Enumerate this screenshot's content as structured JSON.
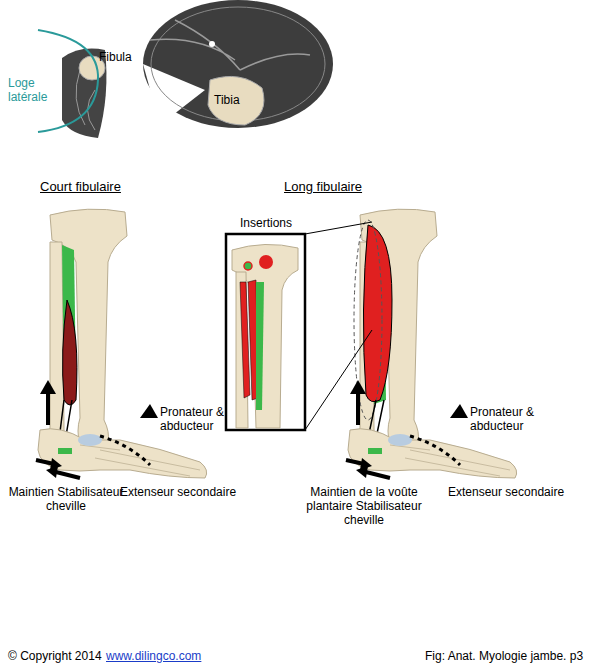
{
  "diagram": {
    "labels": [
      "Fibula",
      "Loge latérale",
      "Tibia",
      "Court fibulaire",
      "Long fibulaire",
      "Insertions",
      "Pronateur & abducteur",
      "Extenseur secondaire",
      "Maintien Stabilisateur cheville",
      "Pronateur & abducteur",
      "Extenseur secondaire",
      "Maintien de la voûte plantaire Stabilisateur cheville",
      "© Copyright 2014",
      "www.dilingco.com",
      "Fig: Anat. Myologie jambe. p3"
    ]
  }
}
